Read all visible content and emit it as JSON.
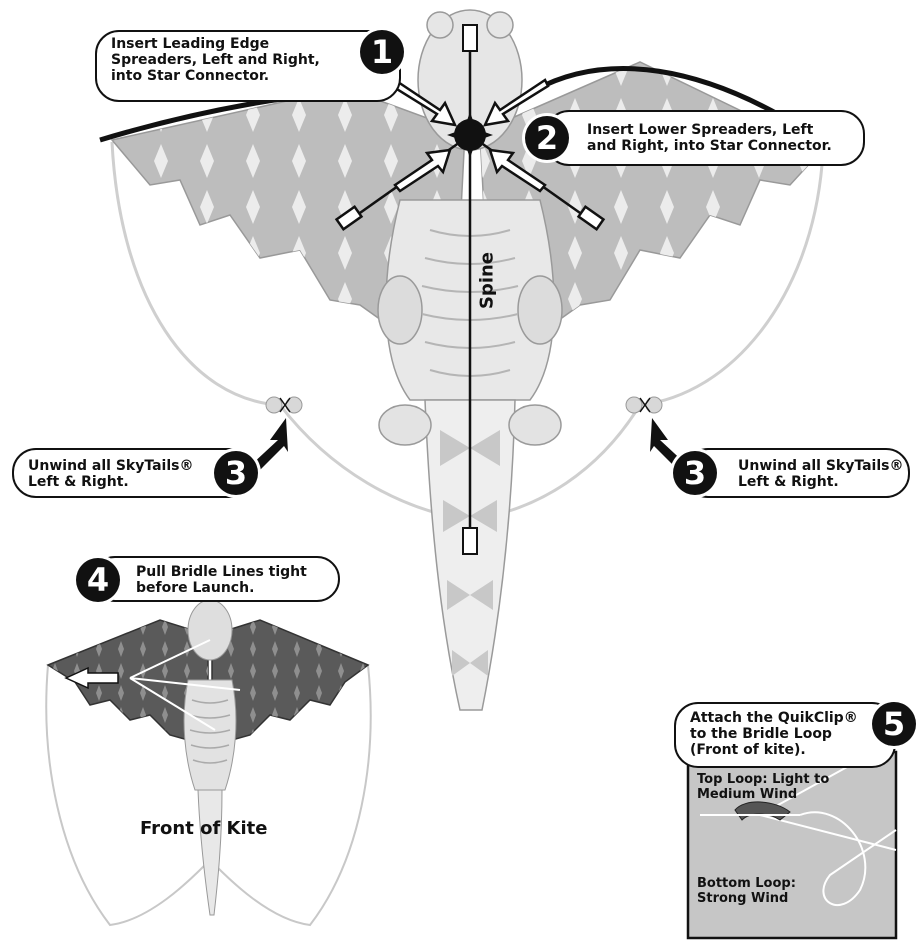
{
  "steps": [
    {
      "number": "1",
      "lines": [
        "Insert Leading Edge",
        "Spreaders, Left and Right,",
        "into Star Connector."
      ]
    },
    {
      "number": "2",
      "lines": [
        "Insert Lower Spreaders, Left",
        "and Right, into Star Connector."
      ]
    },
    {
      "number": "3",
      "lines": [
        "Unwind all SkyTails®",
        "Left & Right."
      ]
    },
    {
      "number": "3",
      "lines": [
        "Unwind all SkyTails®",
        "Left & Right."
      ]
    },
    {
      "number": "4",
      "lines": [
        "Pull Bridle Lines tight",
        "before Launch."
      ]
    },
    {
      "number": "5",
      "lines": [
        "Attach the QuikClip®",
        "to the  Bridle Loop",
        "(Front of kite)."
      ]
    }
  ],
  "labels": {
    "spine": "Spine",
    "front_of_kite": "Front of Kite"
  },
  "inset": {
    "top_loop": [
      "Top Loop: Light to",
      "Medium Wind"
    ],
    "bottom_loop": [
      "Bottom Loop:",
      "Strong Wind"
    ]
  },
  "colors": {
    "ink": "#111111",
    "wing_fill": "#bdbdbd",
    "body_fill": "#e9e9e9",
    "line_gray": "#c8c8c8",
    "inset_fill": "#c6c6c6"
  }
}
